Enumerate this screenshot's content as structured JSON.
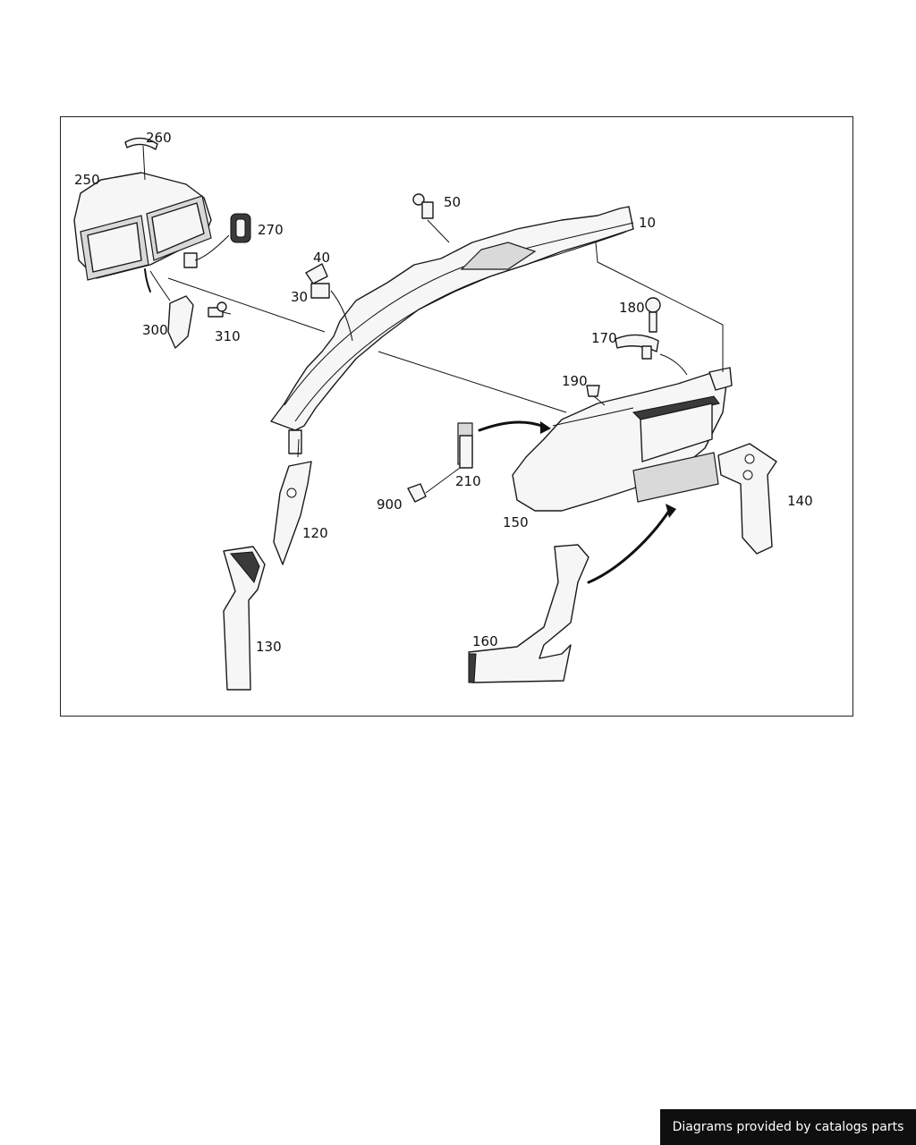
{
  "callouts": {
    "p10": "10",
    "p30": "30",
    "p40": "40",
    "p50": "50",
    "p120": "120",
    "p130": "130",
    "p140": "140",
    "p150": "150",
    "p160": "160",
    "p170": "170",
    "p180": "180",
    "p190": "190",
    "p210": "210",
    "p250": "250",
    "p260": "260",
    "p270": "270",
    "p300": "300",
    "p310": "310",
    "p900": "900"
  },
  "footer": {
    "credit": "Diagrams provided by catalogs parts"
  }
}
